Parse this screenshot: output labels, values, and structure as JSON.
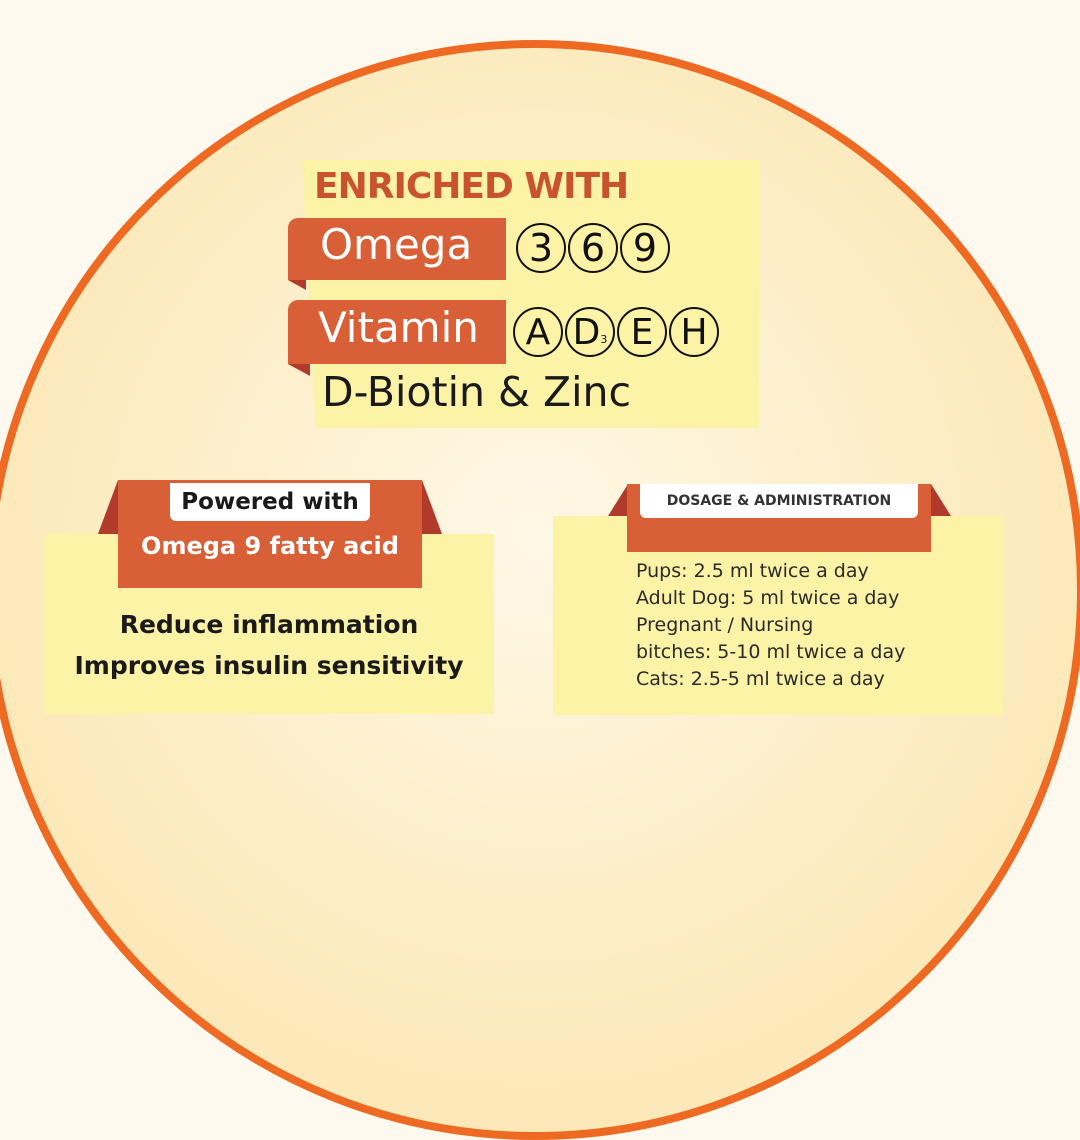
{
  "enriched": {
    "heading": "ENRICHED WITH",
    "omega_label": "Omega",
    "omega_numbers": [
      "3",
      "6",
      "9"
    ],
    "vitamin_label": "Vitamin",
    "vitamins": [
      "A",
      "D",
      "E",
      "H"
    ],
    "vitamin_d_subscript": "3",
    "extra": "D-Biotin & Zinc"
  },
  "powered": {
    "tag": "Powered with",
    "ribbon": "Omega 9 fatty acid",
    "benefits": [
      "Reduce inflammation",
      "Improves insulin sensitivity"
    ]
  },
  "dosage": {
    "title": "DOSAGE & ADMINISTRATION",
    "lines": [
      "Pups: 2.5 ml twice a day",
      "Adult Dog: 5 ml twice a day",
      "Pregnant / Nursing",
      "bitches: 5-10 ml twice a day",
      "Cats: 2.5-5 ml twice a day"
    ]
  },
  "colors": {
    "orange": "#ee6a22",
    "ribbon": "#d95f36",
    "note": "#fdf3a6",
    "heading": "#c9532c"
  }
}
